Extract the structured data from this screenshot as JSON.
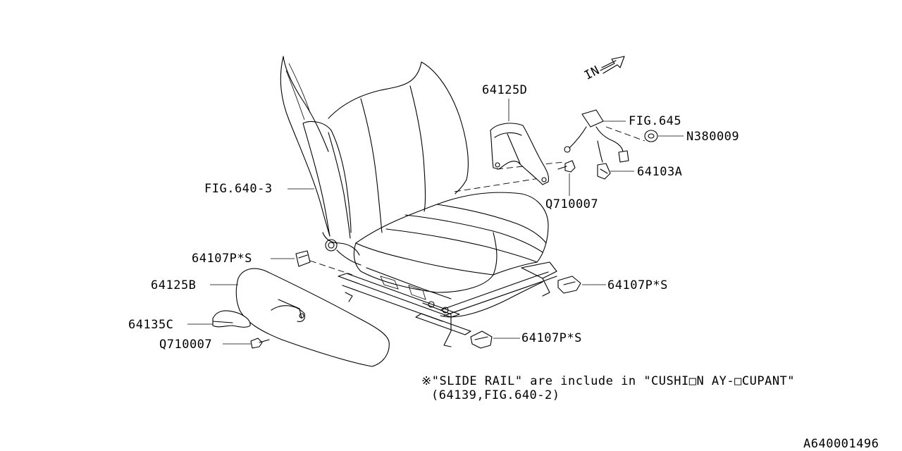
{
  "diagram": {
    "direction_mark": "IN",
    "callouts": {
      "c1": "64125D",
      "c2": "FIG.645",
      "c3": "N380009",
      "c4": "64103A",
      "c5": "Q710007",
      "c6": "FIG.640-3",
      "c7": "64107P*S",
      "c8": "64125B",
      "c9": "64107P*S",
      "c10": "64135C",
      "c11": "Q710007",
      "c12": "64107P*S"
    },
    "note_line1": "※\"SLIDE RAIL\" are include in \"CUSHI□N AY-□CUPANT\"",
    "note_line2": "(64139,FIG.640-2)",
    "diagram_code": "A640001496"
  }
}
